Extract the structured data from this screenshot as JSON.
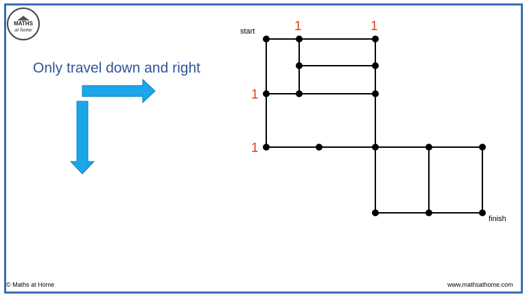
{
  "logo": {
    "line1": "MATHS",
    "line2": "at home"
  },
  "headline": "Only travel down and right",
  "labels": {
    "start": "start",
    "finish": "finish"
  },
  "counts": [
    {
      "node": "top-1",
      "value": "1"
    },
    {
      "node": "top-2",
      "value": "1"
    },
    {
      "node": "left-1",
      "value": "1"
    },
    {
      "node": "left-2",
      "value": "1"
    }
  ],
  "colors": {
    "frame": "#3a6bb5",
    "arrow": "#1aa6e8",
    "count": "#e83a1a",
    "headline": "#2f5597"
  },
  "footer": {
    "left": "© Maths at Home",
    "right": "www.mathsathome.com"
  }
}
